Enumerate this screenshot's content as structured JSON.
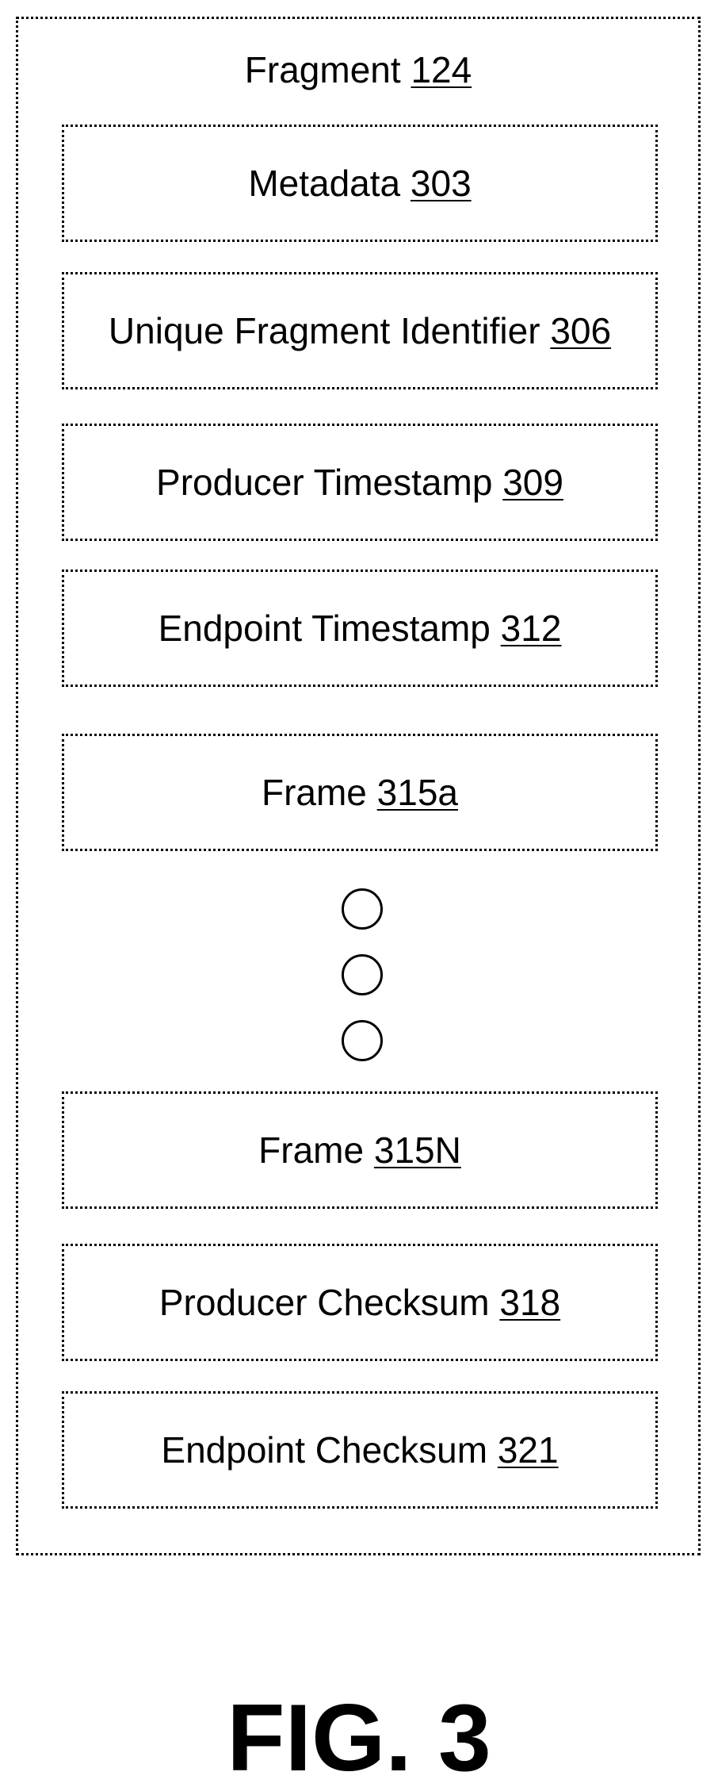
{
  "fragment": {
    "label": "Fragment",
    "ref": "124"
  },
  "items": [
    {
      "label": "Metadata",
      "ref": "303"
    },
    {
      "label": "Unique Fragment Identifier",
      "ref": "306"
    },
    {
      "label": "Producer Timestamp",
      "ref": "309"
    },
    {
      "label": "Endpoint Timestamp",
      "ref": "312"
    },
    {
      "label": "Frame",
      "ref": "315a"
    },
    {
      "label": "Frame",
      "ref": "315N"
    },
    {
      "label": "Producer Checksum",
      "ref": "318"
    },
    {
      "label": "Endpoint Checksum",
      "ref": "321"
    }
  ],
  "figure_label": "FIG. 3"
}
